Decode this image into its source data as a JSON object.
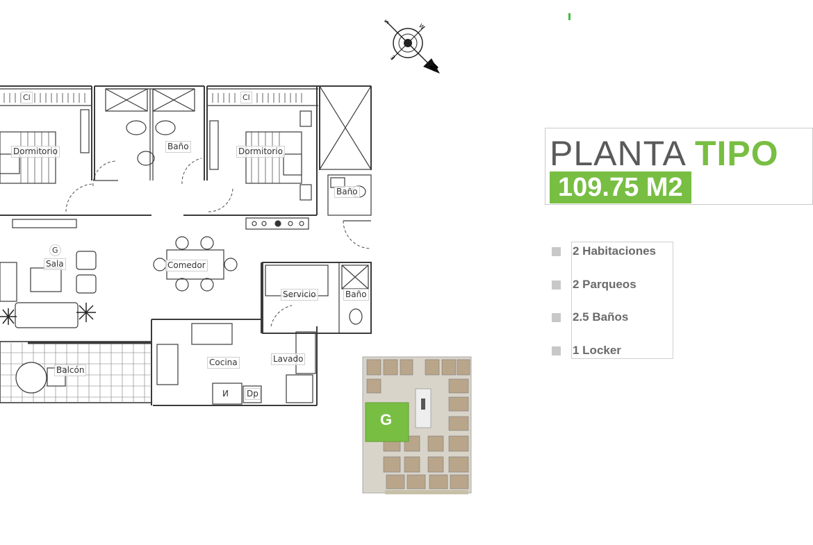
{
  "title": {
    "word1": "PLANTA",
    "word2": "TIPO",
    "area": "109.75 M2"
  },
  "colors": {
    "accent_green": "#78be43",
    "title_gray": "#5a5a5a",
    "feature_text": "#6a6a6a",
    "bullet_gray": "#c8c8c8"
  },
  "features": [
    {
      "label": "2 Habitaciones"
    },
    {
      "label": "2 Parqueos"
    },
    {
      "label": "2.5 Baños"
    },
    {
      "label": "1 Locker"
    }
  ],
  "rooms": {
    "dormitorio1": "Dormitorio",
    "dormitorio2": "Dormitorio",
    "bano1": "Baño",
    "bano2": "Baño",
    "bano3": "Baño",
    "sala": "Sala",
    "comedor": "Comedor",
    "servicio": "Servicio",
    "cocina": "Cocina",
    "lavado": "Lavado",
    "balcon": "Balcón",
    "nevera": "И",
    "despensa": "Dp",
    "closet1": "Cl",
    "closet2": "Cl",
    "gas_mark": "G"
  },
  "compass": {
    "north": "N",
    "south": "S",
    "east": "E",
    "west": "W"
  },
  "keyplan": {
    "unit_letter": "G"
  },
  "icons": [
    "compass-rose-icon",
    "bed-icon",
    "toilet-icon",
    "sink-icon",
    "plant-icon",
    "stove-icon",
    "shower-icon"
  ]
}
